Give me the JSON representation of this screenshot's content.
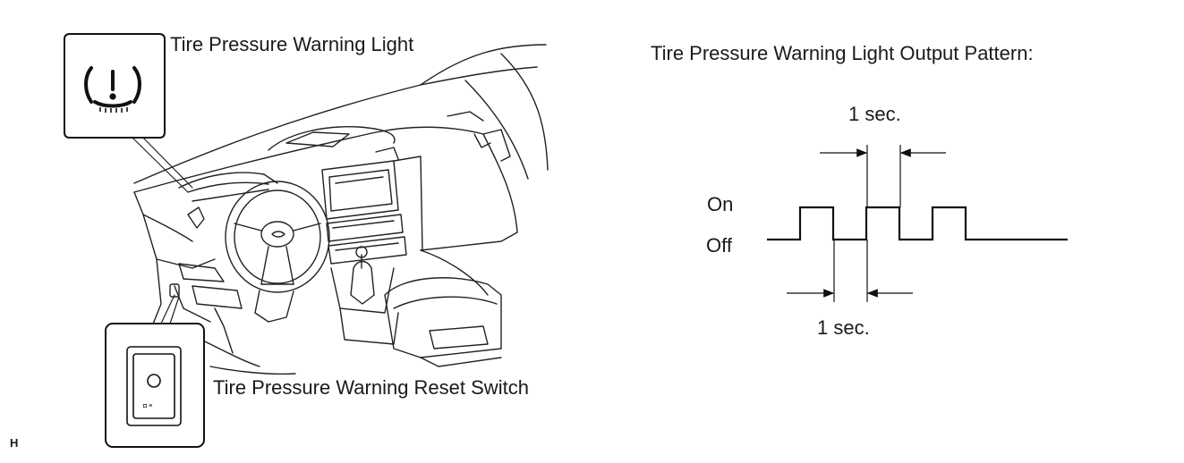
{
  "labels": {
    "warning_light": "Tire Pressure Warning Light",
    "reset_switch": "Tire Pressure Warning Reset Switch",
    "pattern_title": "Tire Pressure Warning Light Output Pattern:",
    "state_on": "On",
    "state_off": "Off",
    "interval_top": "1 sec.",
    "interval_bottom": "1 sec.",
    "corner_mark": "H"
  },
  "icons": {
    "warning_symbol": "tpms-warning-icon",
    "switch": "reset-switch-icon"
  },
  "waveform": {
    "states": [
      "off",
      "on",
      "off",
      "on",
      "off",
      "on",
      "off"
    ]
  }
}
